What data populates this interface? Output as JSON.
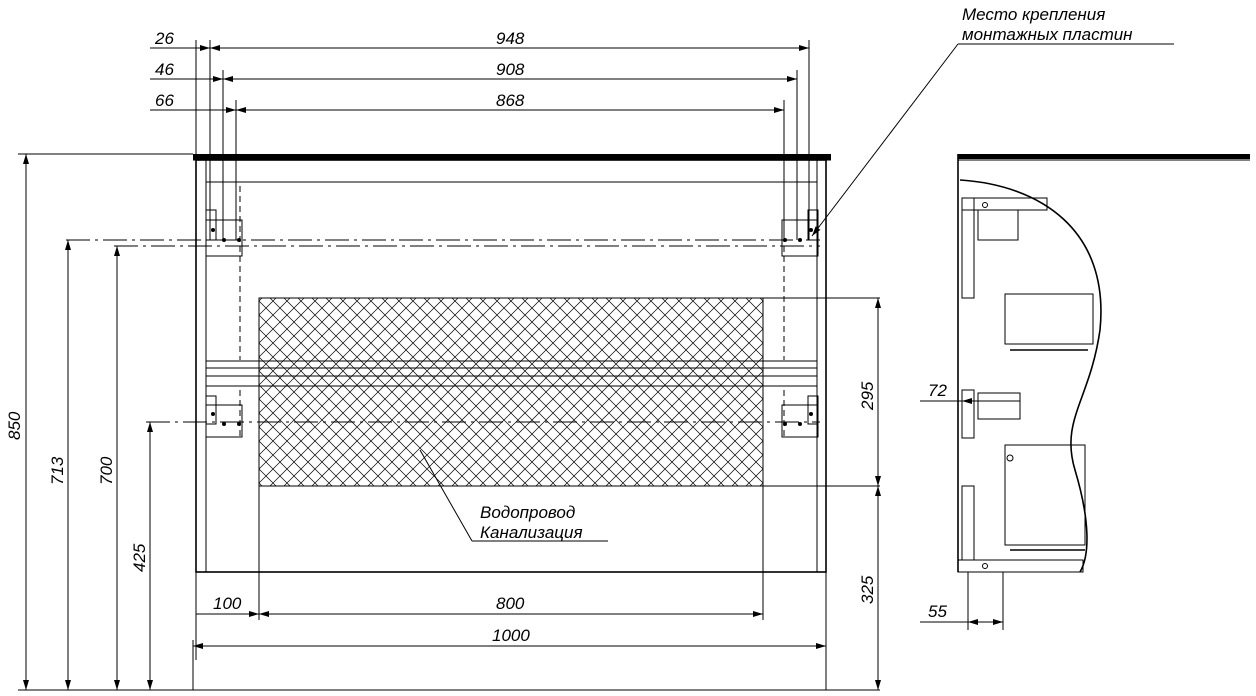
{
  "labels": {
    "mount_place_line1": "Место крепления",
    "mount_place_line2": "монтажных пластин",
    "water_supply": "Водопровод",
    "sewerage": "Канализация"
  },
  "dimensions": {
    "d26": "26",
    "d46": "46",
    "d66": "66",
    "d948": "948",
    "d908": "908",
    "d868": "868",
    "d850": "850",
    "d713": "713",
    "d700": "700",
    "d425": "425",
    "d295": "295",
    "d325": "325",
    "d100": "100",
    "d800": "800",
    "d1000": "1000",
    "d72": "72",
    "d55": "55"
  }
}
